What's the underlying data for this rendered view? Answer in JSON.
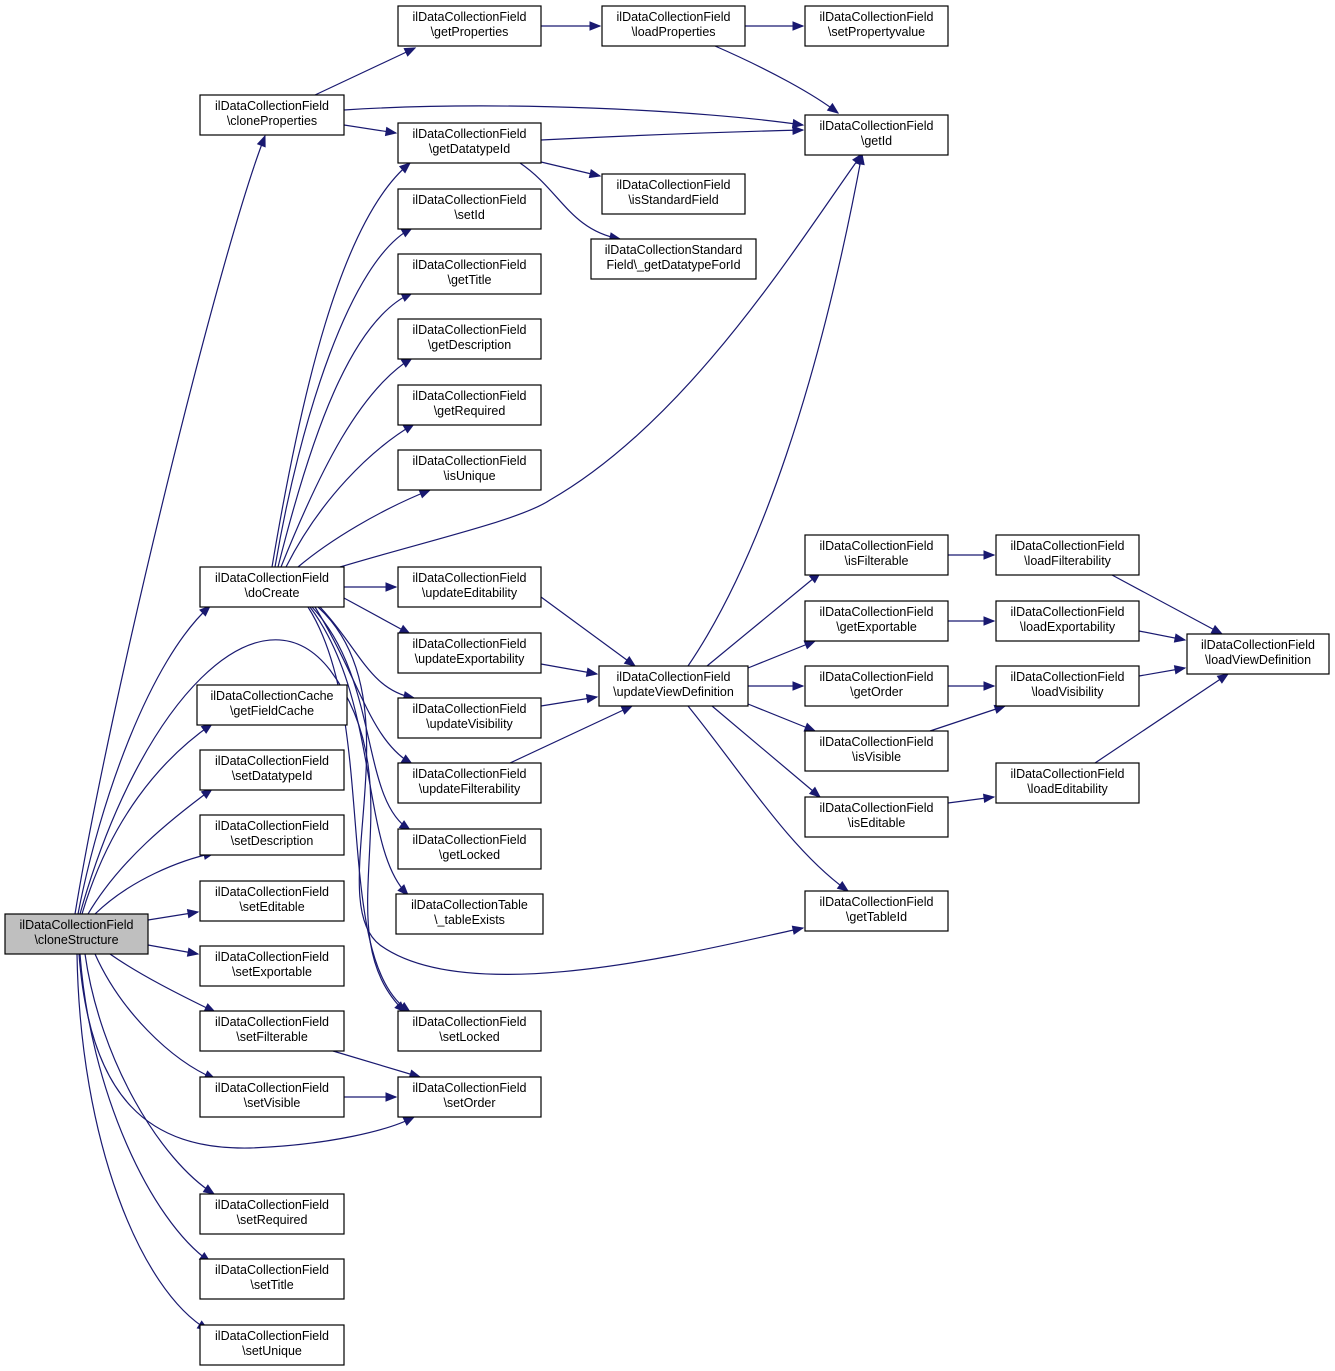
{
  "diagram": {
    "edge_color": "#191970",
    "root_fill": "#bfbfbf",
    "nodes": [
      {
        "id": "cloneStructure",
        "lines": [
          "ilDataCollectionField",
          "\\cloneStructure"
        ],
        "root": true
      },
      {
        "id": "cloneProperties",
        "lines": [
          "ilDataCollectionField",
          "\\cloneProperties"
        ]
      },
      {
        "id": "doCreate",
        "lines": [
          "ilDataCollectionField",
          "\\doCreate"
        ]
      },
      {
        "id": "getFieldCache",
        "lines": [
          "ilDataCollectionCache",
          "\\getFieldCache"
        ]
      },
      {
        "id": "setDatatypeId",
        "lines": [
          "ilDataCollectionField",
          "\\setDatatypeId"
        ]
      },
      {
        "id": "setDescription",
        "lines": [
          "ilDataCollectionField",
          "\\setDescription"
        ]
      },
      {
        "id": "setEditable",
        "lines": [
          "ilDataCollectionField",
          "\\setEditable"
        ]
      },
      {
        "id": "setExportable",
        "lines": [
          "ilDataCollectionField",
          "\\setExportable"
        ]
      },
      {
        "id": "setFilterable",
        "lines": [
          "ilDataCollectionField",
          "\\setFilterable"
        ]
      },
      {
        "id": "setVisible",
        "lines": [
          "ilDataCollectionField",
          "\\setVisible"
        ]
      },
      {
        "id": "setRequired",
        "lines": [
          "ilDataCollectionField",
          "\\setRequired"
        ]
      },
      {
        "id": "setTitle",
        "lines": [
          "ilDataCollectionField",
          "\\setTitle"
        ]
      },
      {
        "id": "setUnique",
        "lines": [
          "ilDataCollectionField",
          "\\setUnique"
        ]
      },
      {
        "id": "getProperties",
        "lines": [
          "ilDataCollectionField",
          "\\getProperties"
        ]
      },
      {
        "id": "getDatatypeId",
        "lines": [
          "ilDataCollectionField",
          "\\getDatatypeId"
        ]
      },
      {
        "id": "setId",
        "lines": [
          "ilDataCollectionField",
          "\\setId"
        ]
      },
      {
        "id": "getTitle",
        "lines": [
          "ilDataCollectionField",
          "\\getTitle"
        ]
      },
      {
        "id": "getDescription",
        "lines": [
          "ilDataCollectionField",
          "\\getDescription"
        ]
      },
      {
        "id": "getRequired",
        "lines": [
          "ilDataCollectionField",
          "\\getRequired"
        ]
      },
      {
        "id": "isUnique",
        "lines": [
          "ilDataCollectionField",
          "\\isUnique"
        ]
      },
      {
        "id": "updateEditability",
        "lines": [
          "ilDataCollectionField",
          "\\updateEditability"
        ]
      },
      {
        "id": "updateExportability",
        "lines": [
          "ilDataCollectionField",
          "\\updateExportability"
        ]
      },
      {
        "id": "updateVisibility",
        "lines": [
          "ilDataCollectionField",
          "\\updateVisibility"
        ]
      },
      {
        "id": "updateFilterability",
        "lines": [
          "ilDataCollectionField",
          "\\updateFilterability"
        ]
      },
      {
        "id": "getLocked",
        "lines": [
          "ilDataCollectionField",
          "\\getLocked"
        ]
      },
      {
        "id": "tableExists",
        "lines": [
          "ilDataCollectionTable",
          "\\_tableExists"
        ]
      },
      {
        "id": "setLocked",
        "lines": [
          "ilDataCollectionField",
          "\\setLocked"
        ]
      },
      {
        "id": "setOrder",
        "lines": [
          "ilDataCollectionField",
          "\\setOrder"
        ]
      },
      {
        "id": "loadProperties",
        "lines": [
          "ilDataCollectionField",
          "\\loadProperties"
        ]
      },
      {
        "id": "isStandardField",
        "lines": [
          "ilDataCollectionField",
          "\\isStandardField"
        ]
      },
      {
        "id": "getDatatypeForId",
        "lines": [
          "ilDataCollectionStandard",
          "Field\\_getDatatypeForId"
        ]
      },
      {
        "id": "updateViewDefinition",
        "lines": [
          "ilDataCollectionField",
          "\\updateViewDefinition"
        ]
      },
      {
        "id": "setPropertyvalue",
        "lines": [
          "ilDataCollectionField",
          "\\setPropertyvalue"
        ]
      },
      {
        "id": "getId",
        "lines": [
          "ilDataCollectionField",
          "\\getId"
        ]
      },
      {
        "id": "isFilterable",
        "lines": [
          "ilDataCollectionField",
          "\\isFilterable"
        ]
      },
      {
        "id": "getExportable",
        "lines": [
          "ilDataCollectionField",
          "\\getExportable"
        ]
      },
      {
        "id": "getOrder",
        "lines": [
          "ilDataCollectionField",
          "\\getOrder"
        ]
      },
      {
        "id": "isVisible",
        "lines": [
          "ilDataCollectionField",
          "\\isVisible"
        ]
      },
      {
        "id": "isEditable",
        "lines": [
          "ilDataCollectionField",
          "\\isEditable"
        ]
      },
      {
        "id": "getTableId",
        "lines": [
          "ilDataCollectionField",
          "\\getTableId"
        ]
      },
      {
        "id": "loadFilterability",
        "lines": [
          "ilDataCollectionField",
          "\\loadFilterability"
        ]
      },
      {
        "id": "loadExportability",
        "lines": [
          "ilDataCollectionField",
          "\\loadExportability"
        ]
      },
      {
        "id": "loadVisibility",
        "lines": [
          "ilDataCollectionField",
          "\\loadVisibility"
        ]
      },
      {
        "id": "loadEditability",
        "lines": [
          "ilDataCollectionField",
          "\\loadEditability"
        ]
      },
      {
        "id": "loadViewDefinition",
        "lines": [
          "ilDataCollectionField",
          "\\loadViewDefinition"
        ]
      }
    ],
    "edges": [
      {
        "from": "cloneStructure",
        "to": "cloneProperties"
      },
      {
        "from": "cloneStructure",
        "to": "doCreate"
      },
      {
        "from": "cloneStructure",
        "to": "getFieldCache"
      },
      {
        "from": "cloneStructure",
        "to": "setDatatypeId"
      },
      {
        "from": "cloneStructure",
        "to": "setDescription"
      },
      {
        "from": "cloneStructure",
        "to": "setEditable"
      },
      {
        "from": "cloneStructure",
        "to": "setExportable"
      },
      {
        "from": "cloneStructure",
        "to": "setFilterable"
      },
      {
        "from": "cloneStructure",
        "to": "setVisible"
      },
      {
        "from": "cloneStructure",
        "to": "setRequired"
      },
      {
        "from": "cloneStructure",
        "to": "setTitle"
      },
      {
        "from": "cloneStructure",
        "to": "setUnique"
      },
      {
        "from": "cloneStructure",
        "to": "setLocked"
      },
      {
        "from": "cloneStructure",
        "to": "setOrder"
      },
      {
        "from": "cloneProperties",
        "to": "getProperties"
      },
      {
        "from": "cloneProperties",
        "to": "getDatatypeId"
      },
      {
        "from": "cloneProperties",
        "to": "getId"
      },
      {
        "from": "getProperties",
        "to": "loadProperties"
      },
      {
        "from": "loadProperties",
        "to": "setPropertyvalue"
      },
      {
        "from": "loadProperties",
        "to": "getId"
      },
      {
        "from": "getDatatypeId",
        "to": "getId"
      },
      {
        "from": "getDatatypeId",
        "to": "isStandardField"
      },
      {
        "from": "getDatatypeId",
        "to": "getDatatypeForId"
      },
      {
        "from": "doCreate",
        "to": "getDatatypeId"
      },
      {
        "from": "doCreate",
        "to": "setId"
      },
      {
        "from": "doCreate",
        "to": "getTitle"
      },
      {
        "from": "doCreate",
        "to": "getDescription"
      },
      {
        "from": "doCreate",
        "to": "getRequired"
      },
      {
        "from": "doCreate",
        "to": "isUnique"
      },
      {
        "from": "doCreate",
        "to": "getId"
      },
      {
        "from": "doCreate",
        "to": "updateEditability"
      },
      {
        "from": "doCreate",
        "to": "updateExportability"
      },
      {
        "from": "doCreate",
        "to": "updateVisibility"
      },
      {
        "from": "doCreate",
        "to": "updateFilterability"
      },
      {
        "from": "doCreate",
        "to": "getLocked"
      },
      {
        "from": "doCreate",
        "to": "tableExists"
      },
      {
        "from": "doCreate",
        "to": "getTableId"
      },
      {
        "from": "doCreate",
        "to": "setLocked"
      },
      {
        "from": "updateEditability",
        "to": "updateViewDefinition"
      },
      {
        "from": "updateExportability",
        "to": "updateViewDefinition"
      },
      {
        "from": "updateVisibility",
        "to": "updateViewDefinition"
      },
      {
        "from": "updateFilterability",
        "to": "updateViewDefinition"
      },
      {
        "from": "updateViewDefinition",
        "to": "getId"
      },
      {
        "from": "updateViewDefinition",
        "to": "isFilterable"
      },
      {
        "from": "updateViewDefinition",
        "to": "getExportable"
      },
      {
        "from": "updateViewDefinition",
        "to": "getOrder"
      },
      {
        "from": "updateViewDefinition",
        "to": "isVisible"
      },
      {
        "from": "updateViewDefinition",
        "to": "isEditable"
      },
      {
        "from": "updateViewDefinition",
        "to": "getTableId"
      },
      {
        "from": "isFilterable",
        "to": "loadFilterability"
      },
      {
        "from": "getExportable",
        "to": "loadExportability"
      },
      {
        "from": "getOrder",
        "to": "loadVisibility"
      },
      {
        "from": "isVisible",
        "to": "loadVisibility"
      },
      {
        "from": "isEditable",
        "to": "loadEditability"
      },
      {
        "from": "loadFilterability",
        "to": "loadViewDefinition"
      },
      {
        "from": "loadExportability",
        "to": "loadViewDefinition"
      },
      {
        "from": "loadVisibility",
        "to": "loadViewDefinition"
      },
      {
        "from": "loadEditability",
        "to": "loadViewDefinition"
      },
      {
        "from": "setFilterable",
        "to": "setOrder"
      },
      {
        "from": "setVisible",
        "to": "setOrder"
      }
    ]
  }
}
